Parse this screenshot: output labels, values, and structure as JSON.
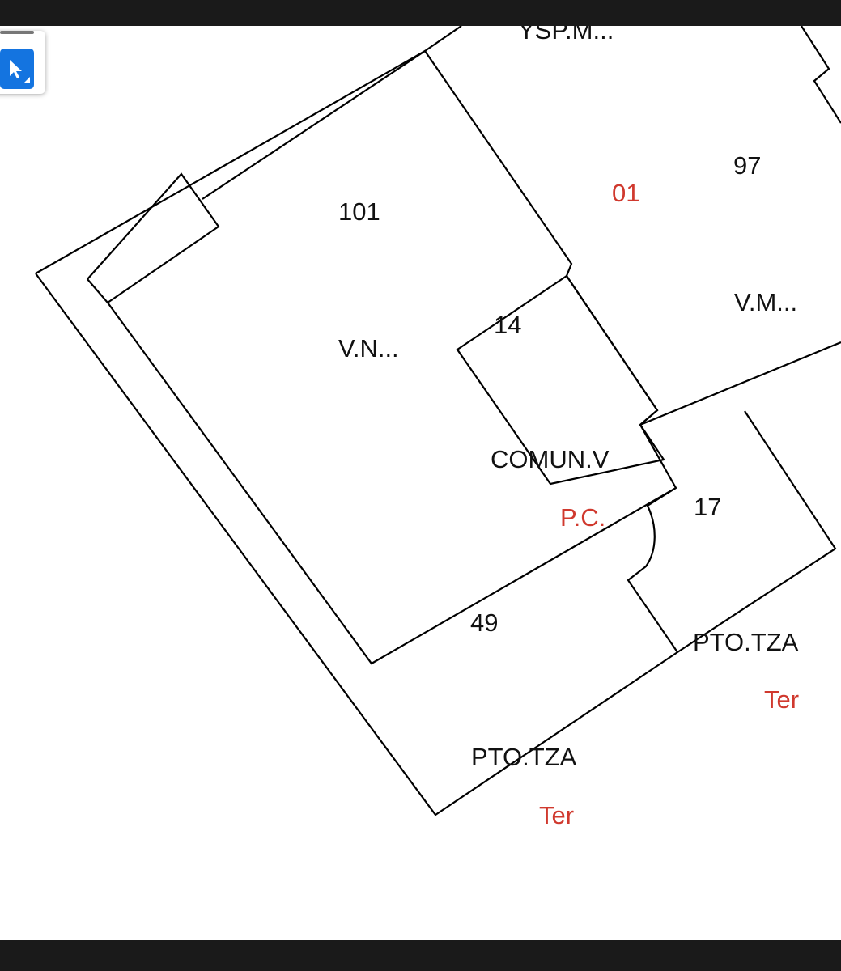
{
  "map": {
    "labels": {
      "parcel_101": "101",
      "parcel_14": "14",
      "parcel_97": "97",
      "parcel_17": "17",
      "parcel_49": "49",
      "red_01": "01",
      "vn": "V.N...",
      "vm": "V.M...",
      "ysp": "YSP.M...",
      "comun": "COMUN.V",
      "pc": "P.C.",
      "ptotza_right": "PTO.TZA",
      "ter_right": "Ter",
      "ptotza_bottom": "PTO.TZA",
      "ter_bottom": "Ter"
    },
    "colors": {
      "line": "#000000",
      "red_label": "#d0392e",
      "tool_active": "#1474e0"
    }
  },
  "toolbar": {
    "select_tool_icon": "cursor-arrow-icon"
  }
}
